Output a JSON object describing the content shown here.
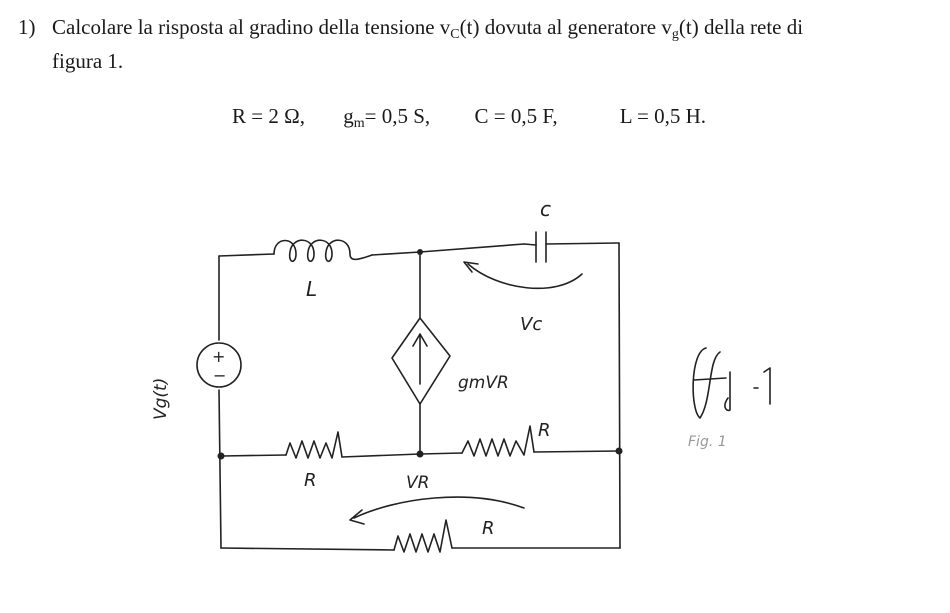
{
  "problem": {
    "number": "1)",
    "text_a": "Calcolare la risposta al gradino della tensione v",
    "sub_c": "C",
    "text_b": "(t) dovuta al generatore v",
    "sub_g": "g",
    "text_c": "(t) della rete di",
    "line2": "figura 1."
  },
  "params": {
    "R": "R = 2 Ω,",
    "gm_g": "g",
    "gm_sub": "m",
    "gm_rest": " = 0,5 S,",
    "C": "C = 0,5 F,",
    "L": "L = 0,5 H."
  },
  "figure": {
    "label_C": "c",
    "label_L": "L",
    "label_vc": "Vc",
    "label_source": "Vg(t)",
    "label_gm": "gmVR",
    "label_R_left": "R",
    "label_R_right": "R",
    "label_R_bottom": "R",
    "label_vR": "VR",
    "label_fig": "Fig. 1",
    "source_plus": "+",
    "source_minus": "−"
  }
}
